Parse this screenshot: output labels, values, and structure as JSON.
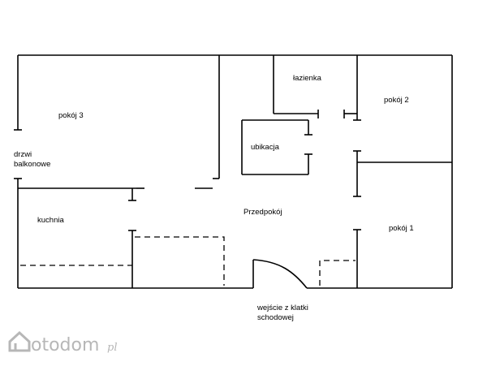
{
  "rooms": {
    "pokoj3": "pokój 3",
    "lazienka": "łazienka",
    "pokoj2": "pokój 2",
    "ubikacja": "ubikacja",
    "drzwi_line1": "drzwi",
    "drzwi_line2": "balkonowe",
    "kuchnia": "kuchnia",
    "przedpokoj": "Przedpokój",
    "pokoj1": "pokój 1"
  },
  "entrance": {
    "line1": "wejście z klatki",
    "line2": "schodowej"
  },
  "watermark": {
    "brand": "otodom",
    "tld": "pl",
    "color": "#b7b7b7"
  }
}
